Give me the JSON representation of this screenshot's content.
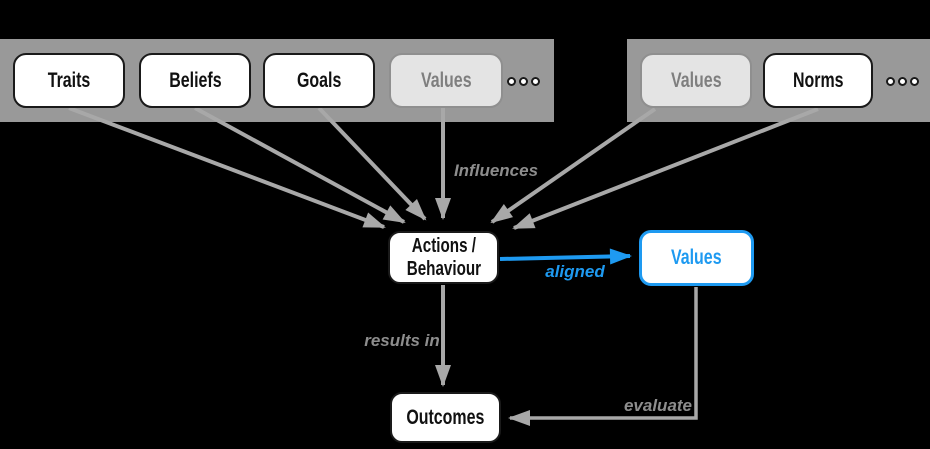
{
  "canvas": {
    "background": "#000000"
  },
  "groups": {
    "internal": {
      "ellipsis_icon": "ellipsis-icon"
    },
    "external": {
      "ellipsis_icon": "ellipsis-icon"
    }
  },
  "nodes": {
    "traits": "Traits",
    "beliefs": "Beliefs",
    "goals": "Goals",
    "values_internal": "Values",
    "values_external": "Values",
    "norms": "Norms",
    "actions_behaviour": "Actions /\nBehaviour",
    "values_aligned": "Values",
    "outcomes": "Outcomes"
  },
  "edges": {
    "influences": {
      "label": "Influences",
      "from": "values_internal",
      "to": "actions_behaviour"
    },
    "aligned": {
      "label": "aligned",
      "from": "actions_behaviour",
      "to": "values_aligned"
    },
    "results_in": {
      "label": "results in",
      "from": "actions_behaviour",
      "to": "outcomes"
    },
    "evaluate": {
      "label": "evaluate",
      "from": "values_aligned",
      "to": "outcomes"
    },
    "unlabeled": [
      {
        "from": "traits",
        "to": "actions_behaviour"
      },
      {
        "from": "beliefs",
        "to": "actions_behaviour"
      },
      {
        "from": "goals",
        "to": "actions_behaviour"
      },
      {
        "from": "values_external",
        "to": "actions_behaviour"
      },
      {
        "from": "norms",
        "to": "actions_behaviour"
      }
    ]
  },
  "colors": {
    "background": "#000000",
    "band_gray": "#999999",
    "arrow_gray": "#a8a8a8",
    "accent_blue": "#1e9af1",
    "muted_fill": "#e4e4e4",
    "muted_text": "#7f7f7f",
    "label_gray": "#8d8d8d",
    "node_fill": "#ffffff",
    "node_border": "#1a1a1a"
  }
}
